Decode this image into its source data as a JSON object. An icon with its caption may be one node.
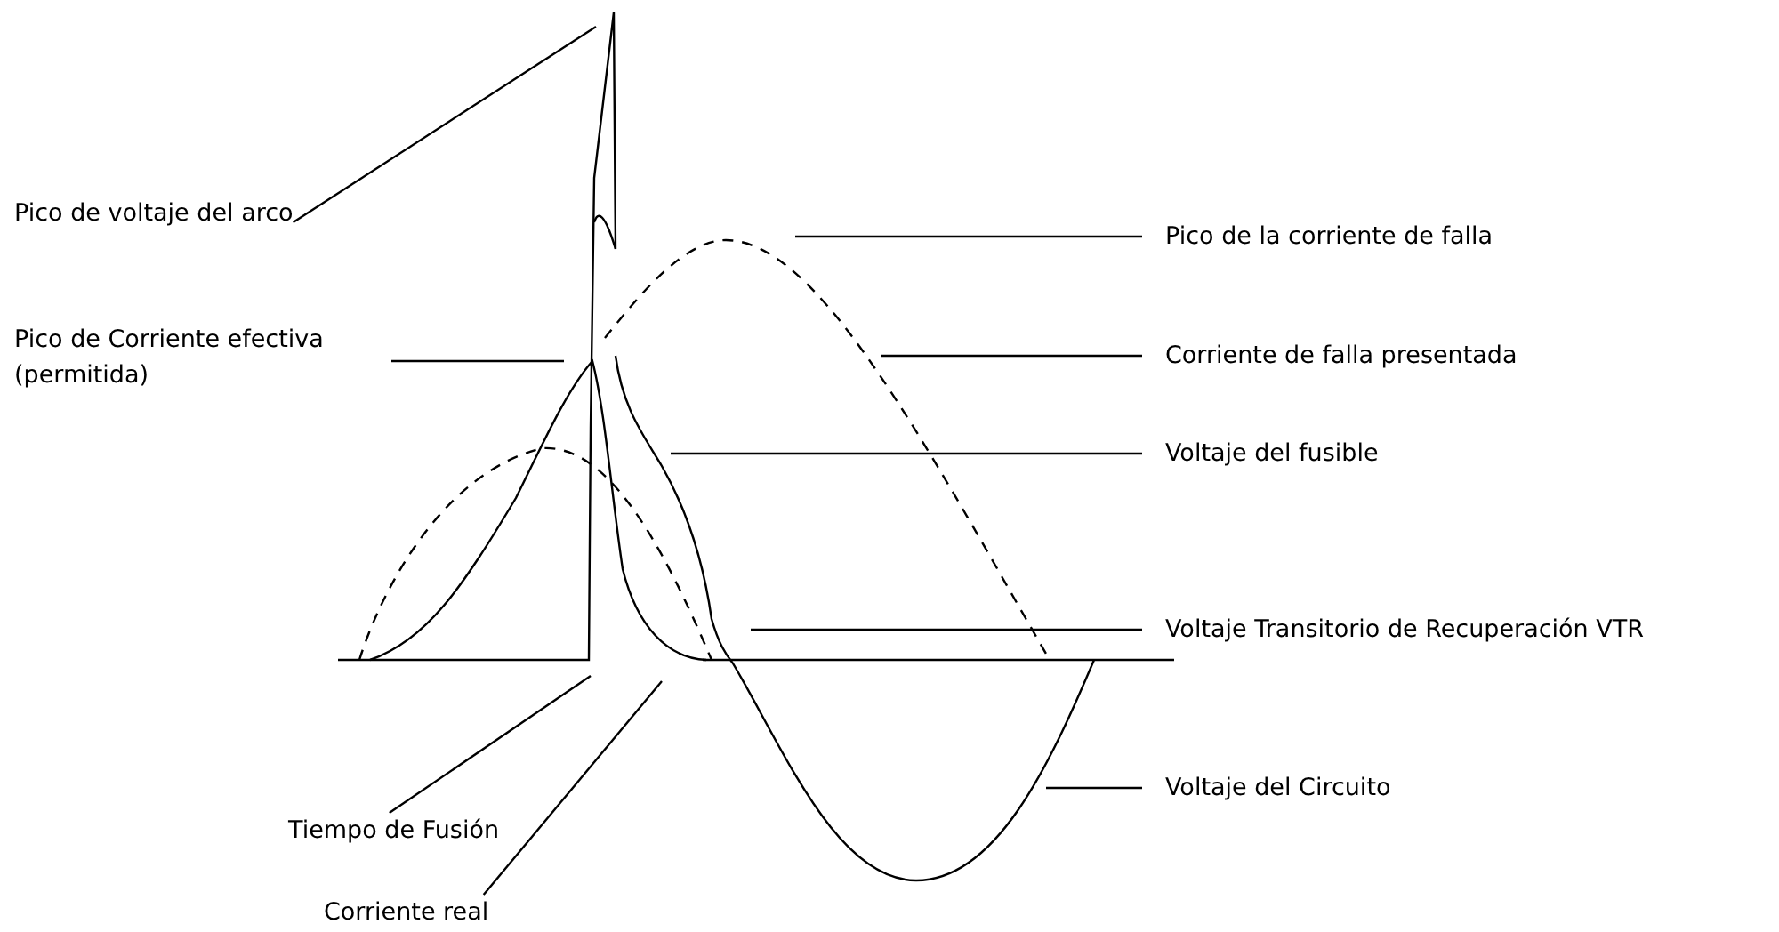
{
  "diagram": {
    "nodes": [
      {
        "text": [
          "Pico de voltaje del arco"
        ]
      },
      {
        "text": [
          "Pico de Corriente efectiva (permitida)"
        ]
      },
      {
        "text": [
          "Tiempo de Fusión"
        ]
      },
      {
        "text": [
          "Corriente real"
        ]
      },
      {
        "text": [
          "Pico de la corriente de falla"
        ]
      },
      {
        "text": [
          "Corriente de falla presentada"
        ]
      },
      {
        "text": [
          "Voltaje del fusible"
        ]
      },
      {
        "text": [
          "Voltaje Transitorio de Recuperación VTR"
        ]
      },
      {
        "text": [
          "Voltaje del Circuito"
        ]
      }
    ],
    "edges": [
      {
        "from": 0,
        "to": null,
        "arrow": "none"
      },
      {
        "from": 1,
        "to": null,
        "arrow": "none"
      },
      {
        "from": 2,
        "to": null,
        "arrow": "none"
      },
      {
        "from": 3,
        "to": null,
        "arrow": "none"
      },
      {
        "from": 4,
        "to": null,
        "arrow": "none"
      },
      {
        "from": 5,
        "to": null,
        "arrow": "none"
      },
      {
        "from": 6,
        "to": null,
        "arrow": "none"
      },
      {
        "from": 7,
        "to": null,
        "arrow": "none"
      },
      {
        "from": 8,
        "to": null,
        "arrow": "none"
      }
    ]
  }
}
